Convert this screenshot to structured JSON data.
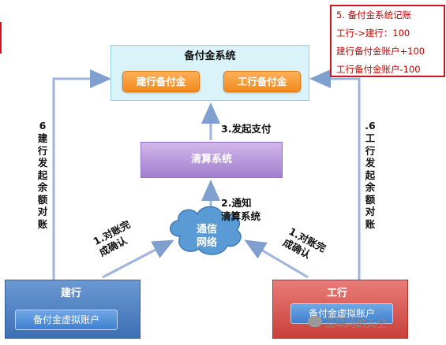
{
  "note": {
    "line1": "5. 备付金系统记账",
    "line2": "工行->建行：100",
    "line3": "建行备付金账户+100",
    "line4": "工行备付金账户-100"
  },
  "reserve_system": {
    "title": "备付金系统",
    "ccb_fund": "建行备付金",
    "icbc_fund": "工行备付金"
  },
  "clearing_system": "清算系统",
  "network": {
    "line1": "通信",
    "line2": "网络"
  },
  "banks": {
    "ccb": {
      "name": "建行",
      "virtual_account": "备付金虚拟账户"
    },
    "icbc": {
      "name": "工行",
      "virtual_account": "备付金虚拟账户"
    }
  },
  "steps": {
    "step1_left": {
      "line1": "1.对账完",
      "line2": "成确认"
    },
    "step1_right": {
      "line1": "1.对账完",
      "line2": "成确认"
    },
    "step2": {
      "line1": "2.通知",
      "line2": "清算系统"
    },
    "step3": "3.发起支付",
    "step6_left": {
      "num": "6",
      "text": "建行发起余额对账"
    },
    "step6_right": {
      "num": ".6",
      "text": "工行发起余额对账"
    }
  },
  "watermark": "互联网的天空",
  "colors": {
    "note_border": "#d01420",
    "orange": "#f28b1e",
    "purple": "#a27fcf",
    "blue_bank": "#3e6fb5",
    "red_bank": "#c9403a",
    "reserve_bg": "#d9f3f8",
    "arrow": "#7f9fcf"
  }
}
